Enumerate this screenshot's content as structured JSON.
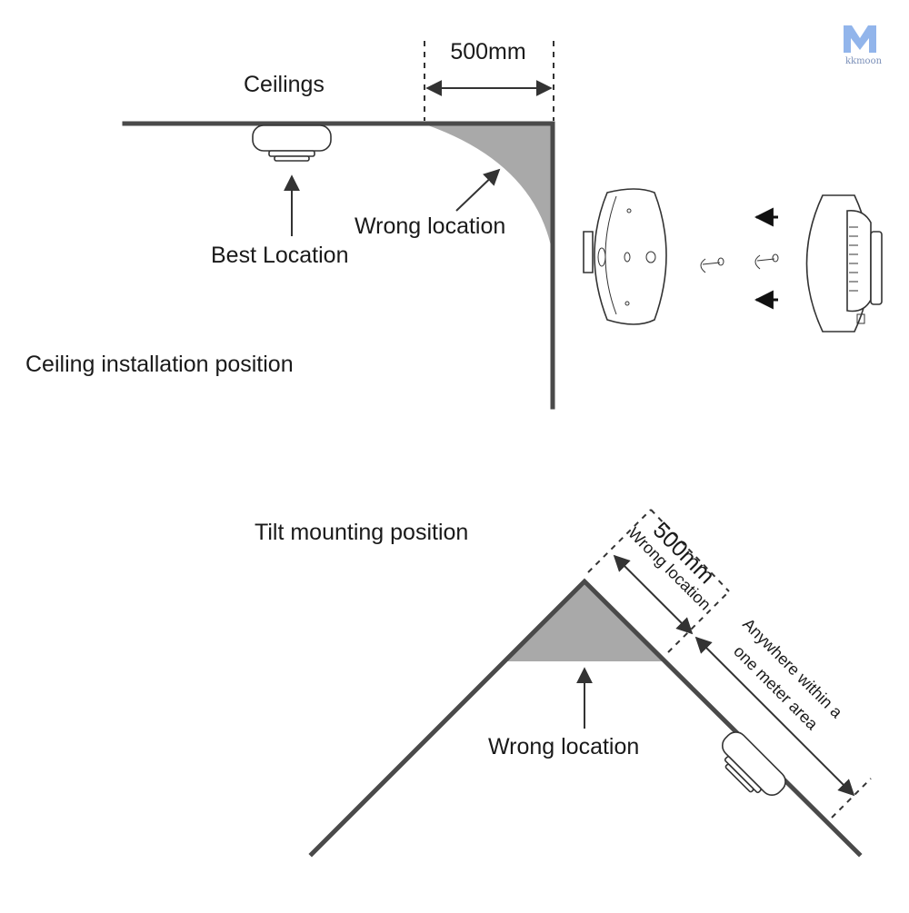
{
  "logo": {
    "text": "kkmoon"
  },
  "ceiling": {
    "ceilings_label": "Ceilings",
    "dimension_label": "500mm",
    "wrong_location_label": "Wrong location",
    "best_location_label": "Best Location",
    "section_title": "Ceiling installation position"
  },
  "tilt": {
    "section_title": "Tilt mounting position",
    "dimension_label": "500mm",
    "wrong_location_diag_label": "Wrong location",
    "anywhere_line1": "Anywhere within a",
    "anywhere_line2": "one meter area",
    "wrong_location_label": "Wrong location"
  },
  "colors": {
    "wall": "#4a4a4a",
    "wrong_zone": "#a9a9a9",
    "text": "#1a1a1a",
    "logo": "#7fa8e8"
  }
}
